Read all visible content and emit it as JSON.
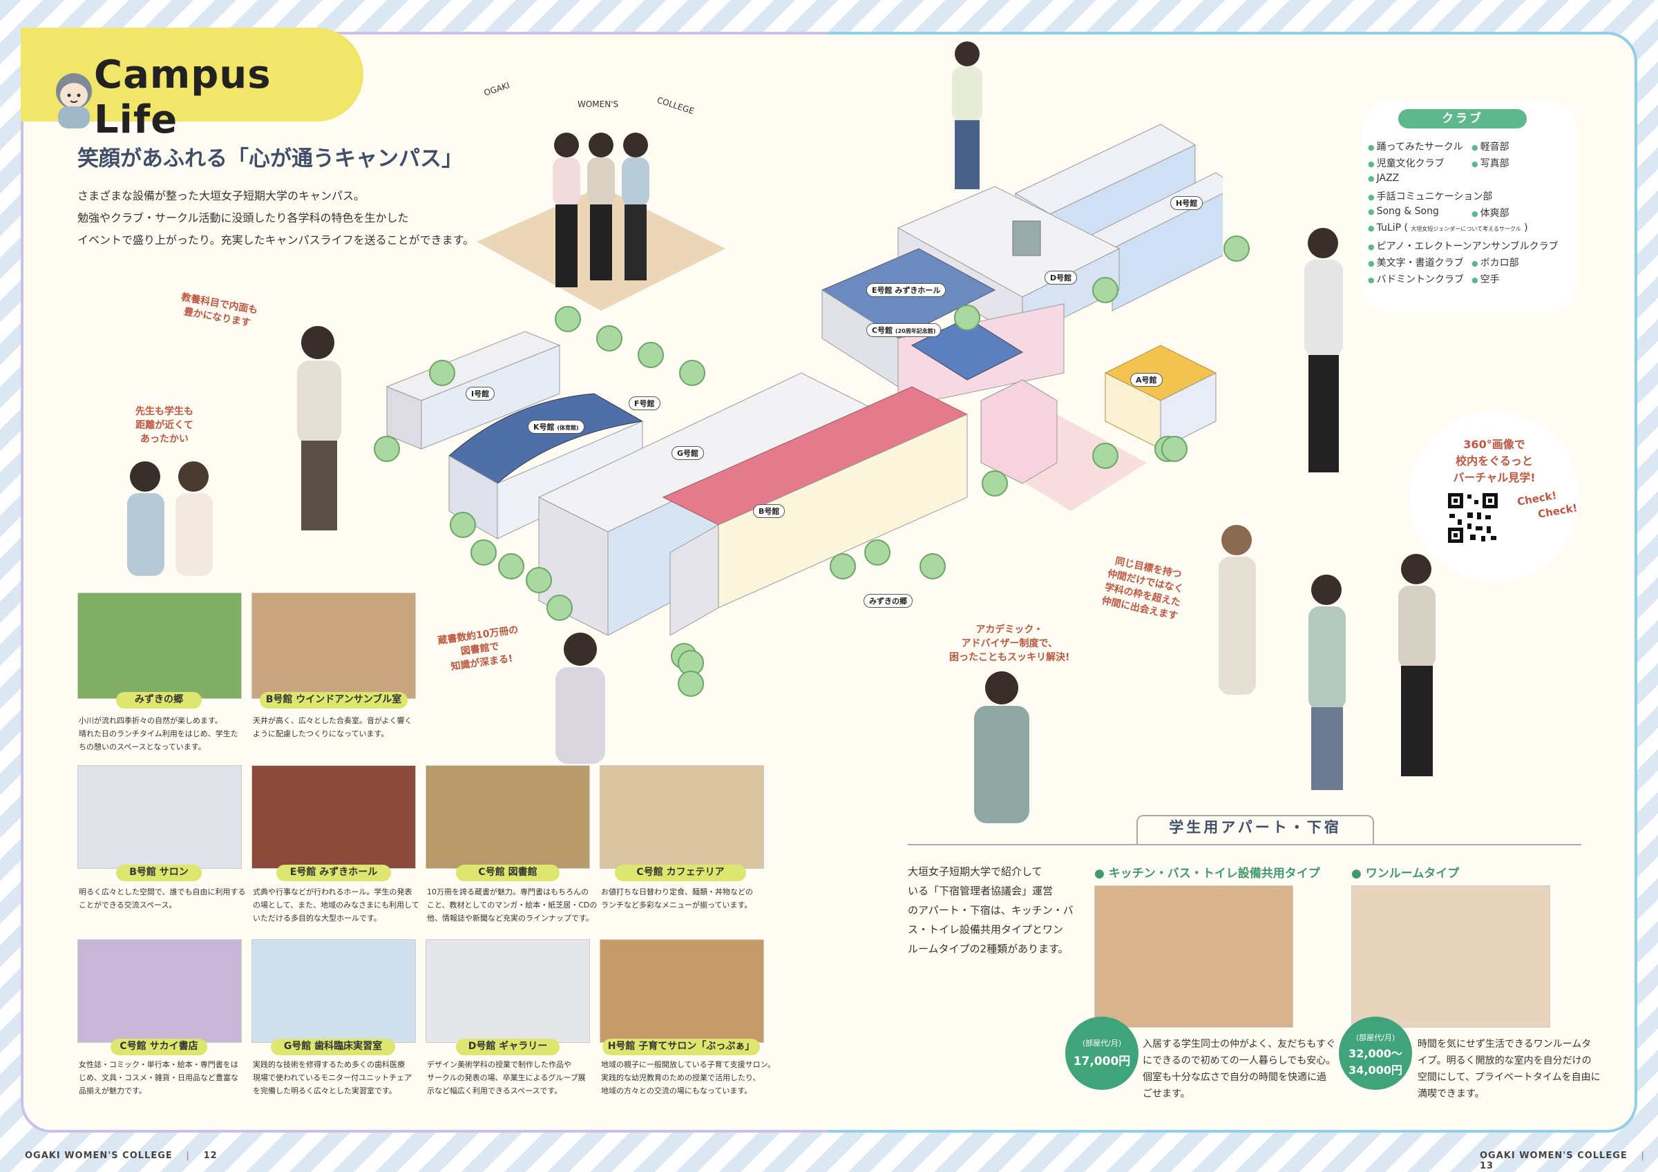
{
  "header": {
    "title": "Campus Life",
    "headline": "笑顔があふれる「心が通うキャンパス」",
    "lead": [
      "さまざまな設備が整った大垣女子短期大学のキャンパス。",
      "勉強やクラブ・サークル活動に没頭したり各学科の特色を生かした",
      "イベントで盛り上がったり。充実したキャンパスライフを送ることができます。"
    ],
    "arc": [
      "OGAKI",
      "WOMEN'S",
      "COLLEGE"
    ]
  },
  "callouts": {
    "c1": [
      "教養科目で内面も",
      "豊かになります"
    ],
    "c2": [
      "先生も学生も",
      "距離が近くて",
      "あったかい"
    ],
    "c3": [
      "蔵書数約10万冊の",
      "図書館で",
      "知識が深まる!"
    ],
    "c4": [
      "アカデミック・",
      "アドバイザー制度で、",
      "困ったこともスッキリ解決!"
    ],
    "c5": [
      "同じ目標を持つ",
      "仲間だけではなく",
      "学科の枠を超えた",
      "仲間に出会えます"
    ]
  },
  "map_labels": {
    "h": "H号館",
    "d": "D号館",
    "e": "E号館 みずきホール",
    "c": "C号館",
    "c_sub": "(20周年記念館)",
    "a": "A号館",
    "i": "I号館",
    "f": "F号館",
    "k": "K号館",
    "k_sub": "(体育館)",
    "g": "G号館",
    "b": "B号館",
    "mizuki": "みずきの郷"
  },
  "facilities": [
    {
      "caption": "みずきの郷",
      "desc": [
        "小川が流れ四季折々の自然が楽しめます。",
        "晴れた日のランチタイム利用をはじめ、学生た",
        "ちの憩いのスペースとなっています。"
      ],
      "color": "#7fae64"
    },
    {
      "caption": "B号館 ウインドアンサンブル室",
      "desc": [
        "天井が高く、広々とした合奏室。音がよく響く",
        "ように配慮したつくりになっています。"
      ],
      "color": "#c9a680"
    },
    {
      "caption": "B号館 サロン",
      "desc": [
        "明るく広々とした空間で、誰でも自由に利用する",
        "ことができる交流スペース。"
      ],
      "color": "#e0e4ea"
    },
    {
      "caption": "E号館 みずきホール",
      "desc": [
        "式典や行事などが行われるホール。学生の発表",
        "の場として、また、地域のみなさまにも利用して",
        "いただける多目的な大型ホールです。"
      ],
      "color": "#8c4b3a"
    },
    {
      "caption": "C号館 図書館",
      "desc": [
        "10万冊を誇る蔵書が魅力。専門書はもちろんの",
        "こと、教材としてのマンガ・絵本・紙芝居・CDの",
        "他、情報誌や新聞など充実のラインナップです。"
      ],
      "color": "#b99a6a"
    },
    {
      "caption": "C号館 カフェテリア",
      "desc": [
        "お値打ちな日替わり定食、麺類・丼物などの",
        "ランチなど多彩なメニューが揃っています。"
      ],
      "color": "#d9c6a0"
    },
    {
      "caption": "C号館 サカイ書店",
      "desc": [
        "女性誌・コミック・単行本・絵本・専門書をは",
        "じめ、文具・コスメ・雑貨・日用品など豊富な",
        "品揃えが魅力です。"
      ],
      "color": "#c7b6d6"
    },
    {
      "caption": "G号館 歯科臨床実習室",
      "desc": [
        "実践的な技術を修得するため多くの歯科医療",
        "現場で使われているモニター付ユニットチェア",
        "を完備した明るく広々とした実習室です。"
      ],
      "color": "#cfe0ec"
    },
    {
      "caption": "D号館 ギャラリー",
      "desc": [
        "デザイン美術学科の授業で制作した作品や",
        "サークルの発表の場、卒業生によるグループ展",
        "示など幅広く利用できるスペースです。"
      ],
      "color": "#e4e6ea"
    },
    {
      "caption": "H号館 子育てサロン「ぶっぷぁ」",
      "desc": [
        "地域の親子に一般開放している子育て支援サロン。",
        "実践的な幼児教育のための授業で活用したり、",
        "地域の方々との交流の場にもなっています。"
      ],
      "color": "#c79a6a"
    }
  ],
  "clubs": {
    "heading": "クラブ",
    "items": [
      "踊ってみたサークル",
      "軽音部",
      "児童文化クラブ",
      "写真部",
      "JAZZ",
      "手話コミュニケーション部",
      "Song & Song",
      "体爽部",
      "TuLiP",
      "大垣女短ジェンダーについて考えるサークル",
      "ピアノ・エレクトーンアンサンブルクラブ",
      "美文字・書道クラブ",
      "ボカロ部",
      "バドミントンクラブ",
      "空手"
    ]
  },
  "virtual_tour": {
    "text": [
      "360°画像で",
      "校内をぐるっと",
      "バーチャル見学!"
    ],
    "check": [
      "Check!",
      "Check!"
    ]
  },
  "apartment": {
    "heading": "学生用アパート・下宿",
    "intro": [
      "大垣女子短期大学で紹介して",
      "いる「下宿管理者協議会」運営",
      "のアパート・下宿は、キッチン・バ",
      "ス・トイレ設備共用タイプとワン",
      "ルームタイプの2種類があります。"
    ],
    "shared": {
      "title": "キッチン・バス・トイレ設備共用タイプ",
      "price_label": "(部屋代/月)",
      "price": "17,000円",
      "desc": [
        "入居する学生同士の仲がよく、友だちもすぐ",
        "にできるので初めての一人暮らしでも安心。",
        "個室も十分な広さで自分の時間を快適に過",
        "ごせます。"
      ]
    },
    "oneroom": {
      "title": "ワンルームタイプ",
      "price_label": "(部屋代/月)",
      "price_1": "32,000〜",
      "price_2": "34,000円",
      "desc": [
        "時間を気にせず生活できるワンルームタ",
        "イプ。明るく開放的な室内を自分だけの",
        "空間にして、プライベートタイムを自由に",
        "満喫できます。"
      ]
    }
  },
  "footer": {
    "left": "OGAKI WOMEN'S COLLEGE",
    "left_page": "12",
    "right": "OGAKI WOMEN'S COLLEGE",
    "right_page": "13"
  },
  "colors": {
    "accent_yellow": "#f2e66a",
    "caption_lime": "#dde76f",
    "green": "#5db88c",
    "callout": "#c0563f",
    "heading": "#3f4f6a"
  }
}
